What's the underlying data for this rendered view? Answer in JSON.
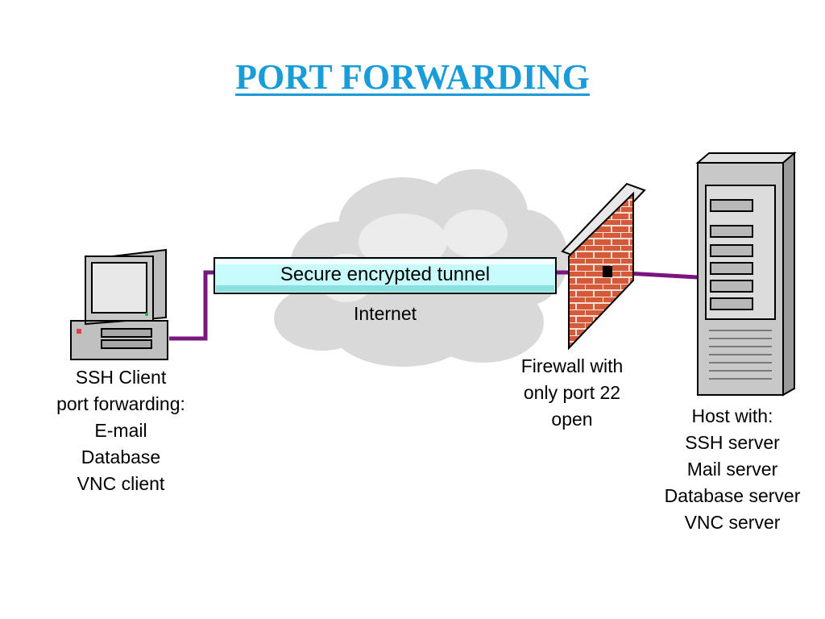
{
  "title": "PORT FORWARDING",
  "colors": {
    "title": "#1a9cd8",
    "link": "#7b1580",
    "tunnel_fill": "#c8fbfb",
    "brick": "#d45a3a",
    "cloud": "#d8d8d8",
    "device": "#c0c0c0"
  },
  "diagram": {
    "tunnel_label": "Secure encrypted tunnel",
    "cloud_label": "Internet",
    "client": {
      "icon": "desktop-computer-icon",
      "lines": [
        "SSH Client",
        "port forwarding:",
        "E-mail",
        "Database",
        "VNC client"
      ]
    },
    "firewall": {
      "icon": "brick-wall-icon",
      "lines": [
        "Firewall with",
        "only port 22",
        "open"
      ]
    },
    "host": {
      "icon": "server-tower-icon",
      "lines": [
        "Host with:",
        "SSH server",
        "Mail server",
        "Database server",
        "VNC server"
      ]
    }
  }
}
